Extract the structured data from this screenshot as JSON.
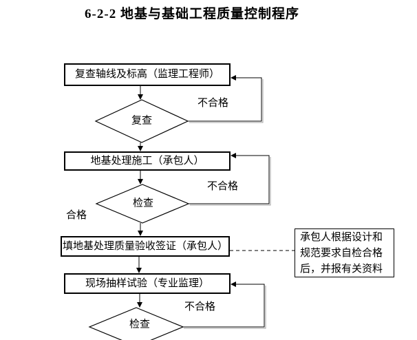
{
  "title": "6-2-2 地基与基础工程质量控制程序",
  "nodes": {
    "box1": "复查轴线及标高（监理工程师）",
    "diamond1": "复查",
    "box2": "地基处理施工（承包人）",
    "diamond2": "检查",
    "box3": "填地基处理质量验收签证（承包人）",
    "box4": "现场抽样试验（专业监理）",
    "diamond3": "检查"
  },
  "edge_labels": {
    "fail1": "不合格",
    "fail2": "不合格",
    "pass": "合格",
    "fail3": "不合格"
  },
  "side_note": {
    "line1": "承包人根据设计和",
    "line2": "规范要求自检合格",
    "line3": "后，并报有关资料"
  },
  "colors": {
    "line": "#000000",
    "shadow": "#a0a0a0",
    "background": "#ffffff",
    "text": "#000000"
  }
}
